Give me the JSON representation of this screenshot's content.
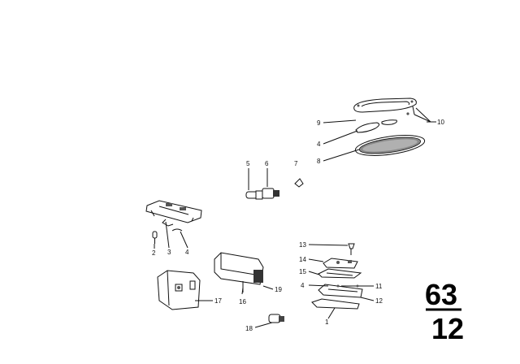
{
  "diagram": {
    "section": "63",
    "subsection": "12",
    "callouts": {
      "c1": "1",
      "c2": "2",
      "c3": "3",
      "c4a": "4",
      "c4b": "4",
      "c4c": "4",
      "c5": "5",
      "c6": "6",
      "c7": "7",
      "c8": "8",
      "c9": "9",
      "c10": "10",
      "c11": "11",
      "c12": "12",
      "c13": "13",
      "c14": "14",
      "c15": "15",
      "c16": "16",
      "c17": "17",
      "c18": "18",
      "c19": "19"
    }
  }
}
